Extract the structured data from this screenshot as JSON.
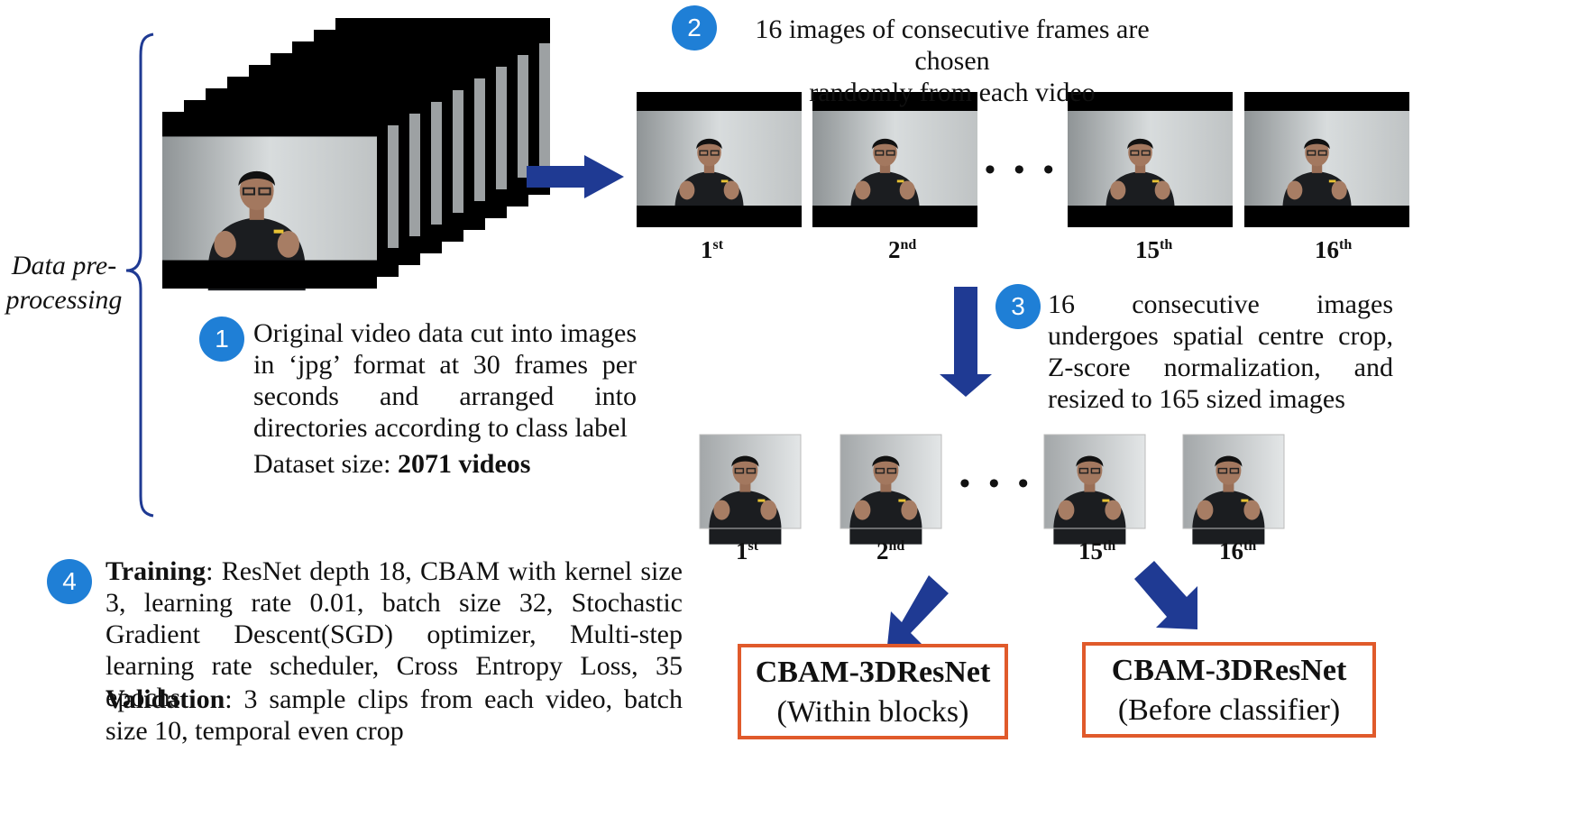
{
  "side_label": {
    "line1": "Data pre-",
    "line2": "processing"
  },
  "step1": {
    "badge": "1",
    "text": "Original video data cut into images in ‘jpg’ format at 30 frames per seconds and arranged into directories according to class label",
    "dataset_prefix": "Dataset size: ",
    "dataset_value": "2071 videos"
  },
  "step2": {
    "badge": "2",
    "line1": "16 images of consecutive frames are chosen",
    "line2": "randomly from each video"
  },
  "step3": {
    "badge": "3",
    "text": "16 consecutive images undergoes spatial centre crop, Z-score normalization, and resized to 165 sized images"
  },
  "step4": {
    "badge": "4",
    "training_label": "Training",
    "training_text": ": ResNet depth 18, CBAM with kernel size 3, learning rate 0.01, batch size 32, Stochastic Gradient Descent(SGD) optimizer, Multi-step learning rate scheduler, Cross Entropy Loss, 35 epochs",
    "validation_label": "Validation",
    "validation_text": ": 3 sample clips from each video, batch size 10, temporal even crop"
  },
  "frames_top": [
    {
      "num": "1",
      "sup": "st"
    },
    {
      "num": "2",
      "sup": "nd"
    },
    {
      "num": "15",
      "sup": "th"
    },
    {
      "num": "16",
      "sup": "th"
    }
  ],
  "frames_bottom": [
    {
      "num": "1",
      "sup": "st"
    },
    {
      "num": "2",
      "sup": "nd"
    },
    {
      "num": "15",
      "sup": "th"
    },
    {
      "num": "16",
      "sup": "th"
    }
  ],
  "ellipsis": "• • •",
  "models": [
    {
      "name": "CBAM-3DResNet",
      "sub": "(Within blocks)"
    },
    {
      "name": "CBAM-3DResNet",
      "sub": "(Before classifier)"
    }
  ],
  "colors": {
    "badge": "#1f7fd6",
    "arrow": "#1f3a93",
    "box_border": "#e05a2b"
  }
}
